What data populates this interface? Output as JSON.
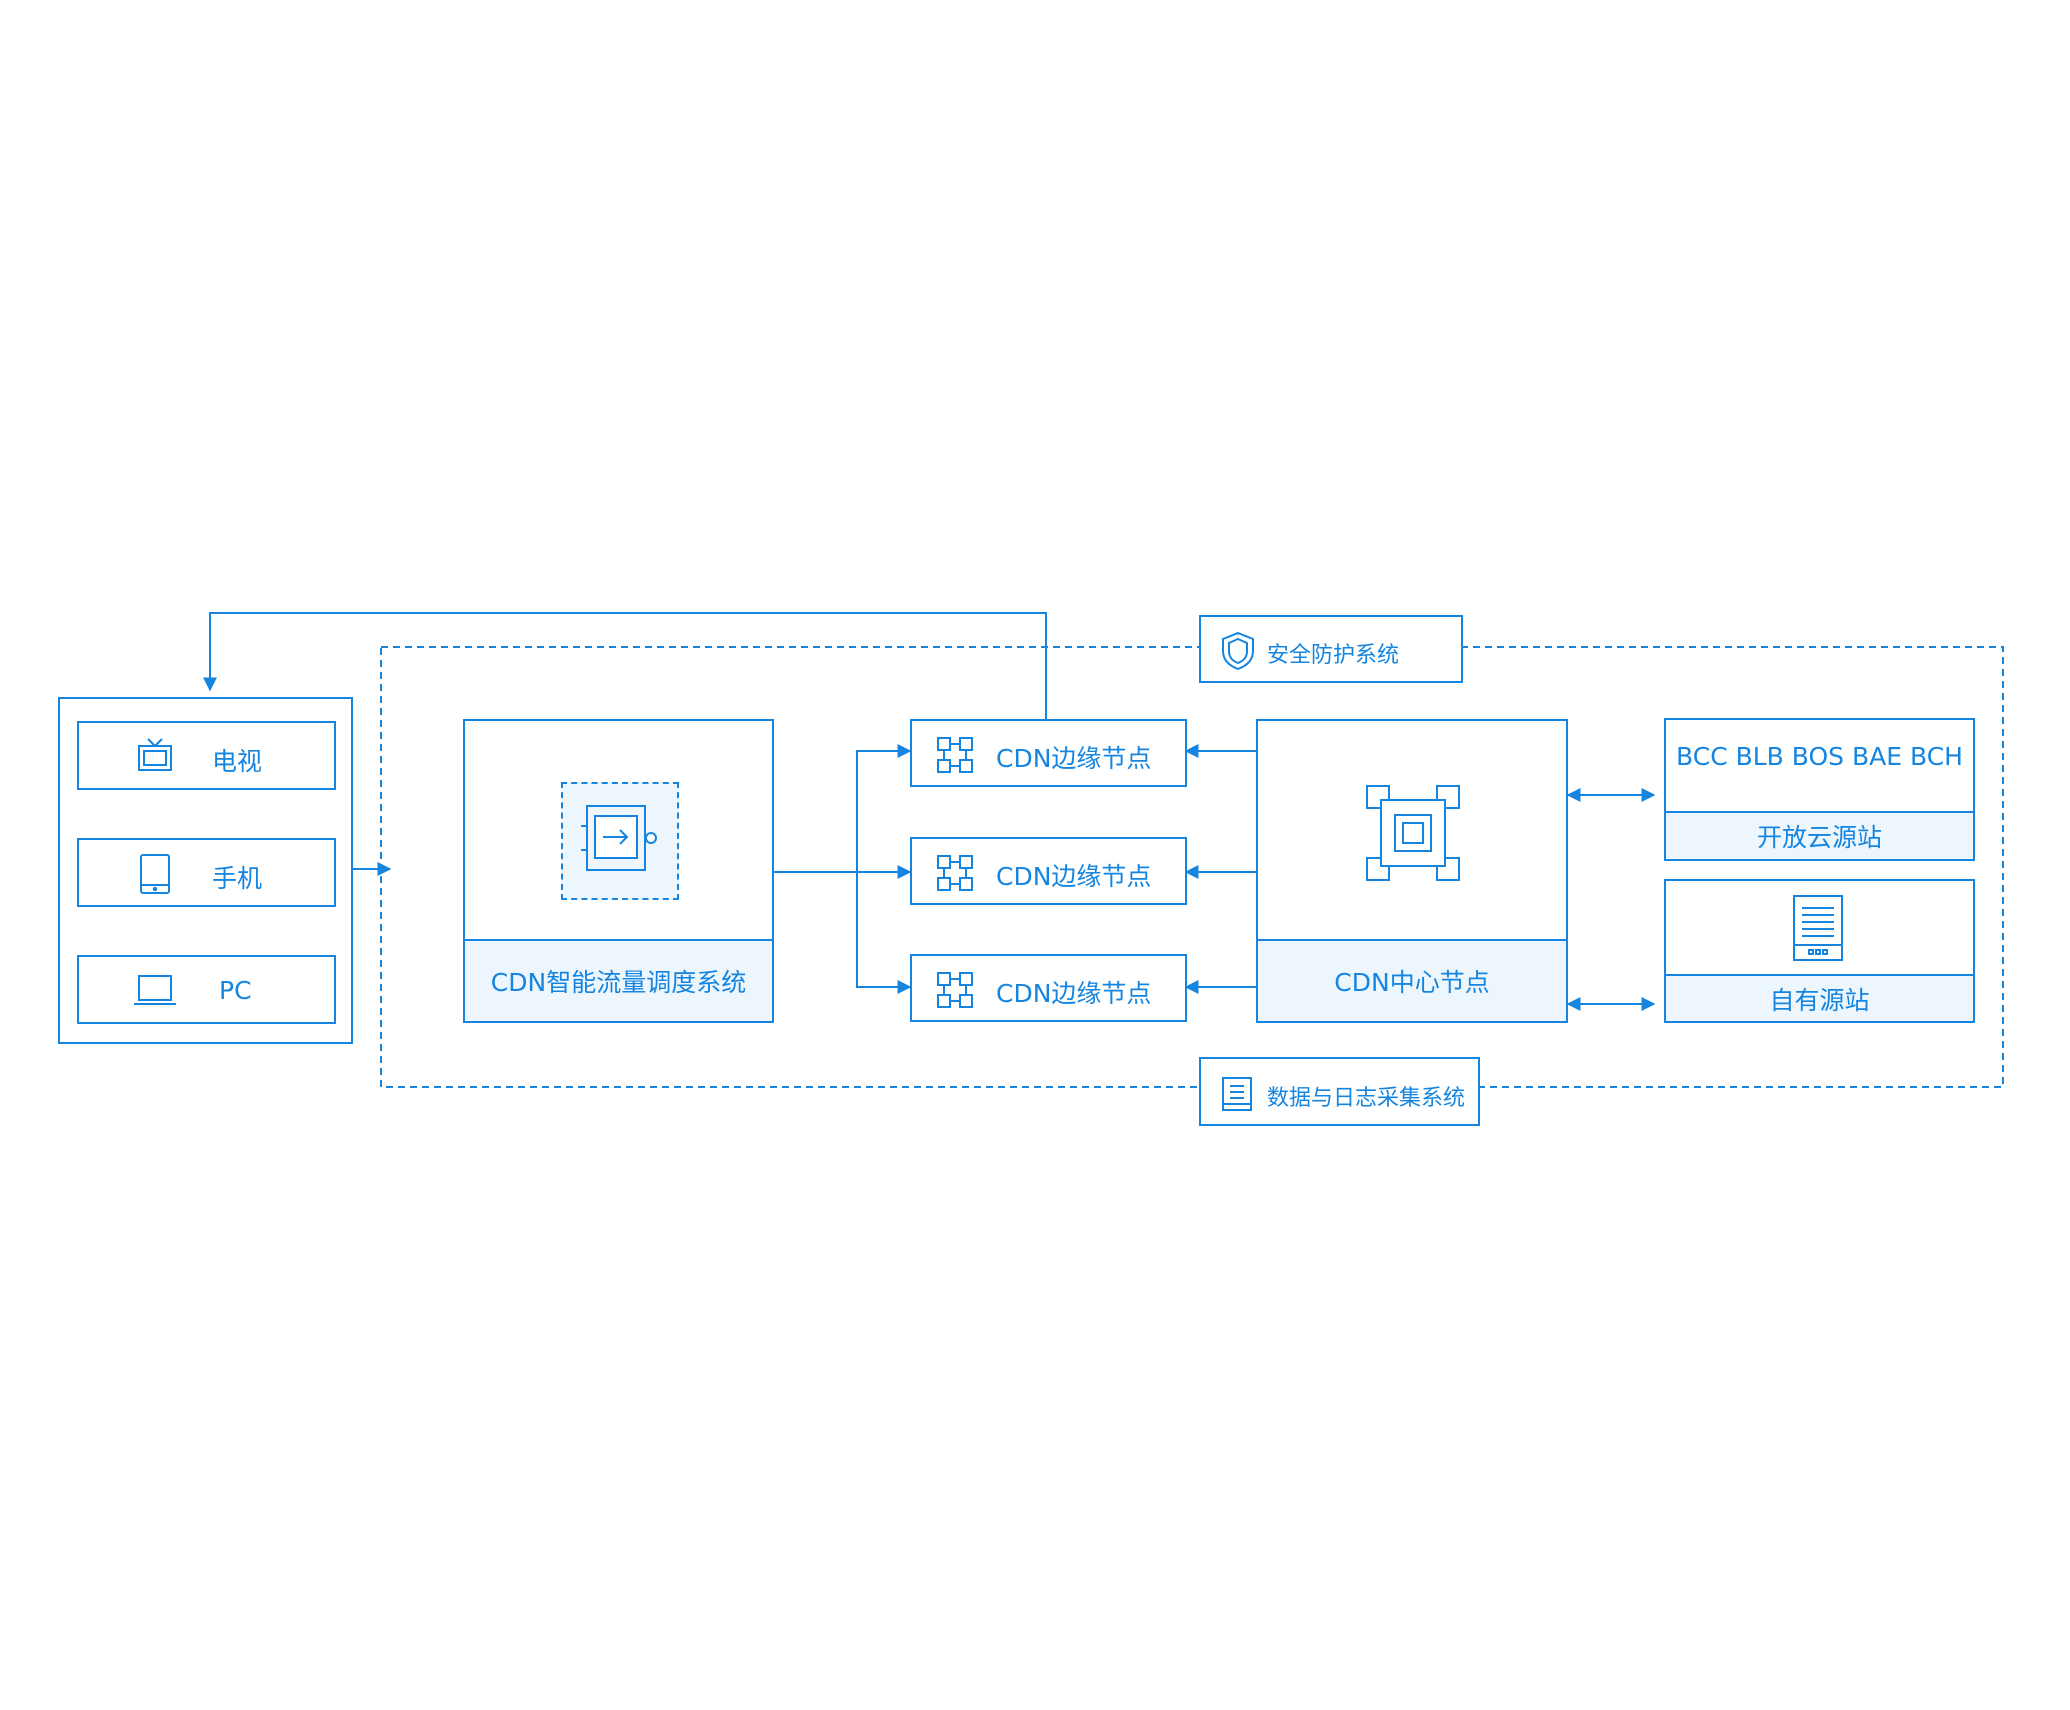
{
  "devices": {
    "items": [
      {
        "label": "电视",
        "icon": "tv-icon"
      },
      {
        "label": "手机",
        "icon": "phone-icon"
      },
      {
        "label": "PC",
        "icon": "laptop-icon"
      }
    ]
  },
  "scheduler": {
    "label": "CDN智能流量调度系统",
    "icon": "router-icon"
  },
  "edge_nodes": [
    {
      "label": "CDN边缘节点",
      "icon": "node-grid-icon"
    },
    {
      "label": "CDN边缘节点",
      "icon": "node-grid-icon"
    },
    {
      "label": "CDN边缘节点",
      "icon": "node-grid-icon"
    }
  ],
  "center_node": {
    "label": "CDN中心节点",
    "icon": "chip-icon"
  },
  "cloud_origin": {
    "services": "BCC BLB BOS BAE BCH",
    "label": "开放云源站"
  },
  "own_origin": {
    "label": "自有源站",
    "icon": "server-icon"
  },
  "security": {
    "label": "安全防护系统",
    "icon": "shield-icon"
  },
  "logging": {
    "label": "数据与日志采集系统",
    "icon": "document-icon"
  },
  "colors": {
    "accent": "#1585e0",
    "panel": "#eef6fd",
    "background": "#ffffff"
  }
}
